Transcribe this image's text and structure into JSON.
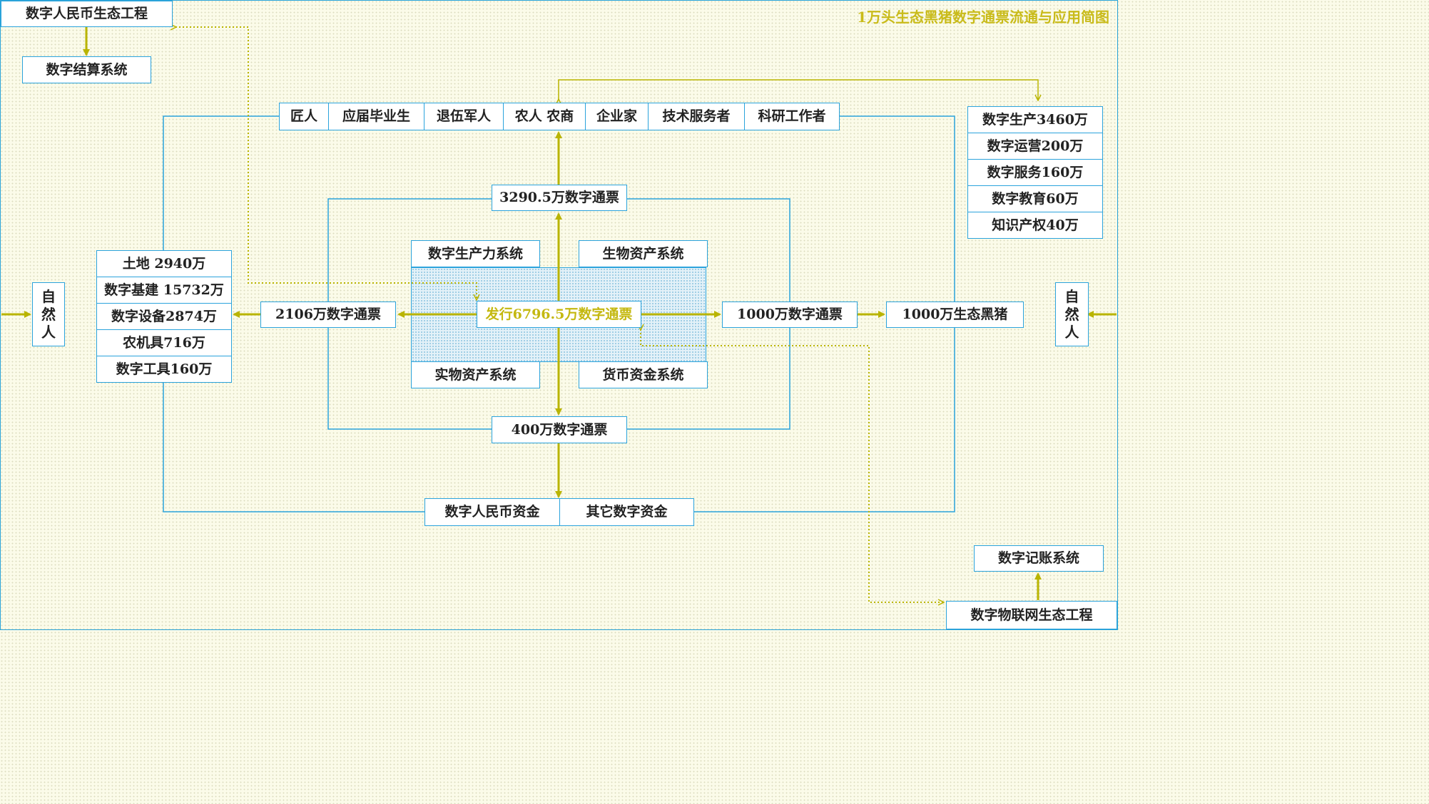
{
  "title": "1万头生态黑猪数字通票流通与应用简图",
  "top_left": {
    "ecosystem": "数字人民币生态工程",
    "settlement": "数字结算系统"
  },
  "bottom_right": {
    "ledger": "数字记账系统",
    "iot": "数字物联网生态工程"
  },
  "natural_person_left": [
    "自",
    "然",
    "人"
  ],
  "natural_person_right": [
    "自",
    "然",
    "人"
  ],
  "roles": [
    "匠人",
    "应届毕业生",
    "退伍军人",
    "农人 农商",
    "企业家",
    "技术服务者",
    "科研工作者"
  ],
  "center": {
    "issue": "发行6796.5万数字通票",
    "top_ticket": "3290.5万数字通票",
    "left_ticket": "2106万数字通票",
    "right_ticket": "1000万数字通票",
    "bottom_ticket": "400万数字通票",
    "systems": [
      "数字生产力系统",
      "生物资产系统",
      "实物资产系统",
      "货币资金系统"
    ]
  },
  "assets_left": [
    "土地 2940万",
    "数字基建 15732万",
    "数字设备2874万",
    "农机具716万",
    "数字工具160万"
  ],
  "right_allocation": [
    "数字生产3460万",
    "数字运营200万",
    "数字服务160万",
    "数字教育60万",
    "知识产权40万"
  ],
  "black_pig": "1000万生态黑猪",
  "funds": [
    "数字人民币资金",
    "其它数字资金"
  ],
  "colors": {
    "border": "#2ba3dc",
    "arrow": "#b9b400",
    "title": "#c9bb1a"
  }
}
